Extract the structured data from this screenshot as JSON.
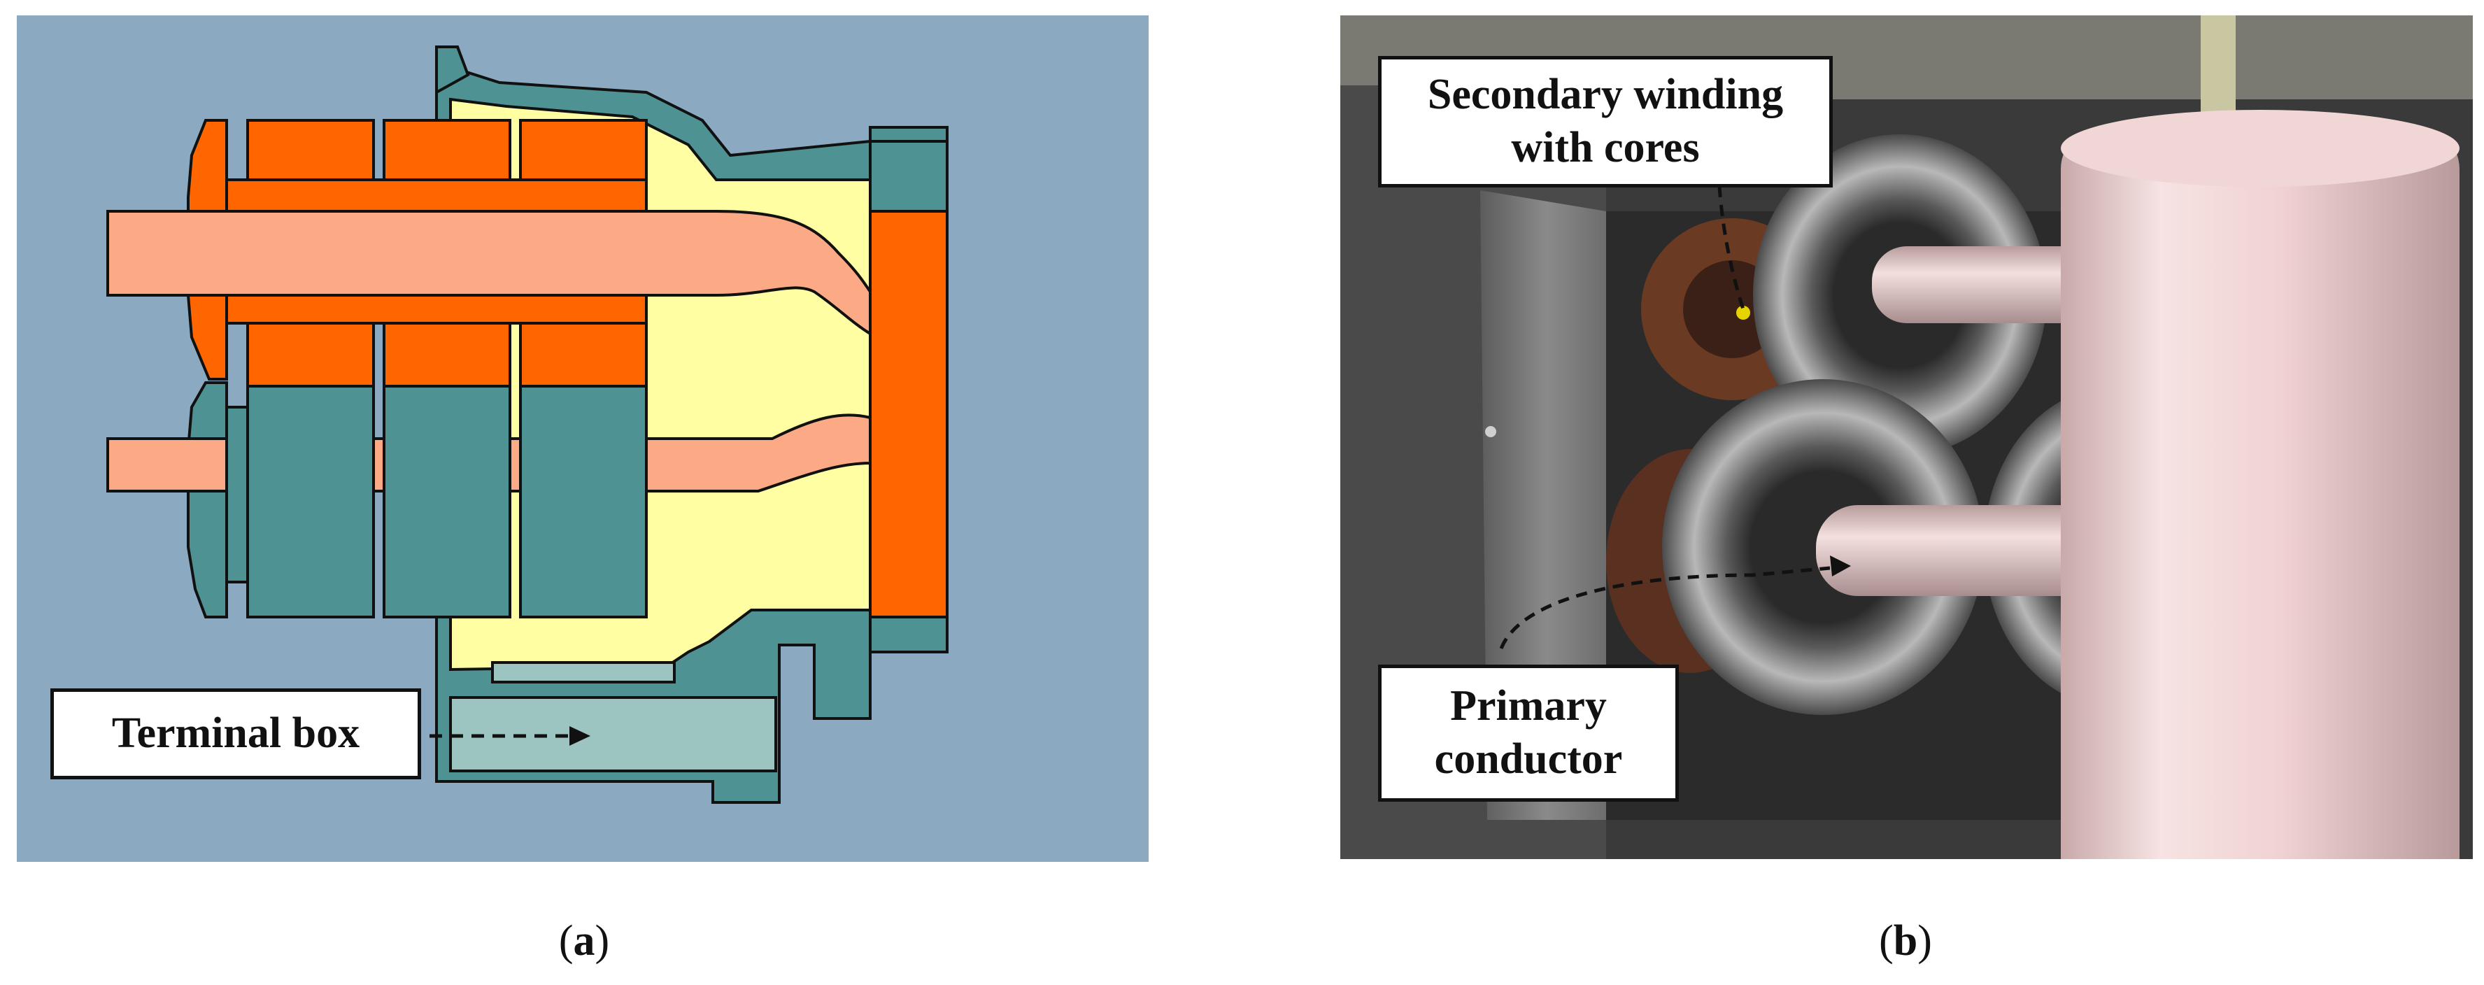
{
  "panel_a": {
    "label": "Terminal box",
    "caption_open": "(",
    "caption_letter": "a",
    "caption_close": ")"
  },
  "panel_b": {
    "label_secondary_line1": "Secondary winding",
    "label_secondary_line2": "with cores",
    "label_primary_line1": "Primary",
    "label_primary_line2": "conductor",
    "caption_open": "(",
    "caption_letter": "b",
    "caption_close": ")"
  },
  "colors": {
    "background_a": "#8ba9c0",
    "housing_teal": "#4f9293",
    "winding_orange": "#ff6600",
    "conductor_salmon": "#fcaa85",
    "insulation_yellow": "#fffea3",
    "terminal_box_fill": "#9cc4c0",
    "photo_dark": "#3a3a3a",
    "photo_pink": "#f3d6d6"
  }
}
